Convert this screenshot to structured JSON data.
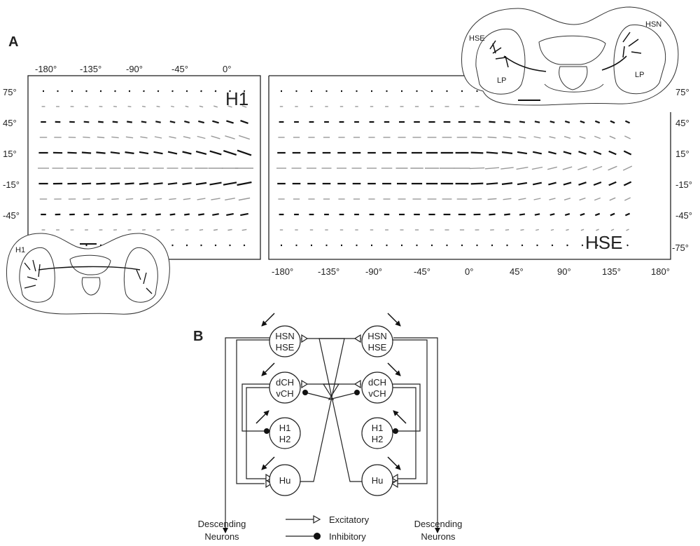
{
  "panel_a": {
    "letter": "A",
    "h1_map": {
      "label": "H1",
      "x_ticks": [
        "-180°",
        "-135°",
        "-90°",
        "-45°",
        "0°"
      ],
      "y_ticks": [
        "75°",
        "45°",
        "15°",
        "-15°",
        "-45°"
      ]
    },
    "hse_map": {
      "label": "HSE",
      "x_ticks": [
        "-180°",
        "-135°",
        "-90°",
        "-45°",
        "0°",
        "45°",
        "90°",
        "135°",
        "180°"
      ],
      "y_ticks": [
        "75°",
        "45°",
        "15°",
        "-15°",
        "-45°",
        "-75°"
      ]
    },
    "brain_top": {
      "labels": [
        "HSE",
        "HSN",
        "LP",
        "LP"
      ]
    },
    "brain_bottom": {
      "labels": [
        "H1"
      ]
    }
  },
  "panel_b": {
    "letter": "B",
    "left_neurons": [
      {
        "line1": "HSN",
        "line2": "HSE"
      },
      {
        "line1": "dCH",
        "line2": "vCH"
      },
      {
        "line1": "H1",
        "line2": "H2"
      },
      {
        "line1": "Hu",
        "line2": ""
      }
    ],
    "right_neurons": [
      {
        "line1": "HSN",
        "line2": "HSE"
      },
      {
        "line1": "dCH",
        "line2": "vCH"
      },
      {
        "line1": "H1",
        "line2": "H2"
      },
      {
        "line1": "Hu",
        "line2": ""
      }
    ],
    "outputs": {
      "left": {
        "line1": "Descending",
        "line2": "Neurons"
      },
      "right": {
        "line1": "Descending",
        "line2": "Neurons"
      }
    },
    "legend": {
      "excitatory": "Excitatory",
      "inhibitory": "Inhibitory"
    }
  }
}
